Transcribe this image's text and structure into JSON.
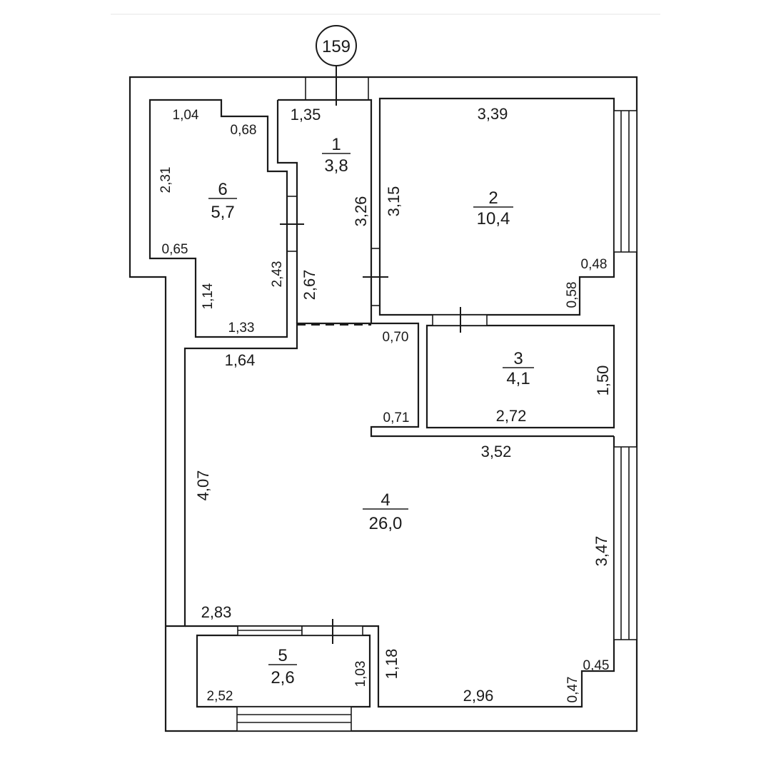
{
  "plan": {
    "apartment_number": "159",
    "rooms": [
      {
        "number": "1",
        "area": "3,8"
      },
      {
        "number": "2",
        "area": "10,4"
      },
      {
        "number": "3",
        "area": "4,1"
      },
      {
        "number": "4",
        "area": "26,0"
      },
      {
        "number": "5",
        "area": "2,6"
      },
      {
        "number": "6",
        "area": "5,7"
      }
    ],
    "dimensions": {
      "r6_top": "1,04",
      "r6_step": "0,68",
      "r6_left": "2,31",
      "r6_ledge": "0,65",
      "r6_lower_left": "1,14",
      "r6_bottom": "1,33",
      "r6_right": "2,43",
      "corridor_width": "2,67",
      "hall_top": "1,64",
      "r1_top": "1,35",
      "r1_right": "3,26",
      "r2_left": "3,15",
      "r2_top": "3,39",
      "r2_notch_w": "0,48",
      "r2_notch_h": "0,58",
      "nook_top": "0,70",
      "nook_bottom": "0,71",
      "r3_right": "1,50",
      "r3_bottom": "2,72",
      "r4_top": "3,52",
      "r4_left": "4,07",
      "r4_right": "3,47",
      "r4_bottom_left": "2,83",
      "r4_lower_left": "1,18",
      "r4_bottom": "2,96",
      "r4_notch_w": "0,45",
      "r4_notch_h": "0,47",
      "r5_right": "1,03",
      "r5_bottom": "2,52"
    }
  }
}
